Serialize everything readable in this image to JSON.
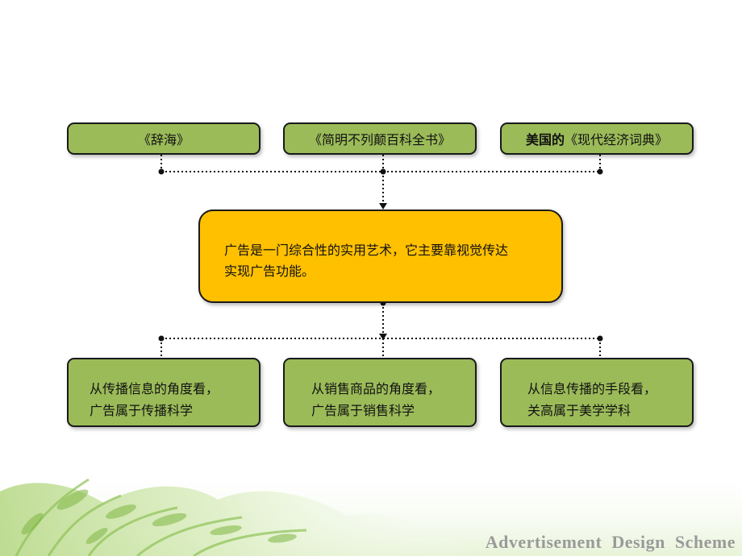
{
  "sources": [
    {
      "text": "《辞海》"
    },
    {
      "prefix": "",
      "text": "《简明不列颠百科全书》"
    },
    {
      "prefix": "美国的",
      "text": "《现代经济词典》"
    }
  ],
  "definition": {
    "line1": "广告是一门综合性的实用艺术，它主要靠视觉传达",
    "line2": "实现广告功能。"
  },
  "views": [
    {
      "line1": "从传播信息的角度看，",
      "line2": "广告属于传播科学"
    },
    {
      "line1": "从销售商品的角度看，",
      "line2": "广告属于销售科学"
    },
    {
      "line1": "从信息传播的手段看，",
      "line2": "关高属于美学学科"
    }
  ],
  "footer": {
    "text": "Advertisement  Design  Scheme"
  },
  "colors": {
    "box_green": "#9bbb59",
    "center_yellow": "#ffc000",
    "footer_text": "#9a9a9a"
  }
}
